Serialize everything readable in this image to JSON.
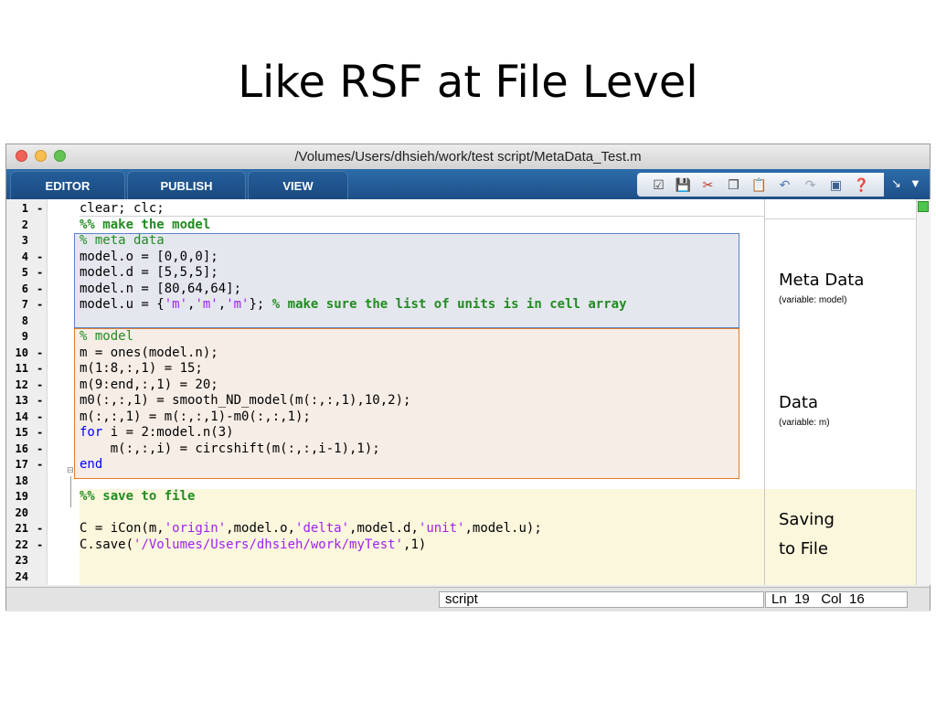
{
  "slide": {
    "title": "Like RSF at File Level"
  },
  "window": {
    "title": "/Volumes/Users/dhsieh/work/test script/MetaData_Test.m"
  },
  "ribbon": {
    "tabs": [
      "EDITOR",
      "PUBLISH",
      "VIEW"
    ],
    "tools": [
      "find-files-icon",
      "save-icon",
      "cut-icon",
      "copy-icon",
      "paste-icon",
      "undo-icon",
      "redo-icon",
      "switch-windows-icon",
      "help-icon"
    ]
  },
  "editor": {
    "line_numbers": [
      "1",
      "2",
      "3",
      "4",
      "5",
      "6",
      "7",
      "8",
      "9",
      "10",
      "11",
      "12",
      "13",
      "14",
      "15",
      "16",
      "17",
      "18",
      "19",
      "20",
      "21",
      "22",
      "23",
      "24"
    ],
    "executable_lines": [
      "1",
      "4",
      "5",
      "6",
      "7",
      "10",
      "11",
      "12",
      "13",
      "14",
      "15",
      "16",
      "17",
      "21",
      "22"
    ],
    "code": {
      "l1": "clear; clc;",
      "l2": "%% make the model",
      "l3": "% meta data",
      "l4": "model.o = [0,0,0];",
      "l5": "model.d = [5,5,5];",
      "l6": "model.n = [80,64,64];",
      "l7a": "model.u = {",
      "l7s1": "'m'",
      "l7c1": ",",
      "l7s2": "'m'",
      "l7c2": ",",
      "l7s3": "'m'",
      "l7b": "}; ",
      "l7cm": "% make sure the list of units is in cell array",
      "l9": "% model",
      "l10": "m = ones(model.n);",
      "l11": "m(1:8,:,1) = 15;",
      "l12": "m(9:end,:,1) = 20;",
      "l13": "m0(:,:,1) = smooth_ND_model(m(:,:,1),10,2);",
      "l14": "m(:,:,1) = m(:,:,1)-m0(:,:,1);",
      "l15kw": "for",
      "l15": " i = 2:model.n(3)",
      "l16": "    m(:,:,i) = circshift(m(:,:,i-1),1);",
      "l17kw": "end",
      "l19": "%% save to file",
      "l21a": "C = iCon(m,",
      "l21s1": "'origin'",
      "l21b": ",model.o,",
      "l21s2": "'delta'",
      "l21c": ",model.d,",
      "l21s3": "'unit'",
      "l21d": ",model.u);",
      "l22a": "C.save(",
      "l22s": "'/Volumes/Users/dhsieh/work/myTest'",
      "l22b": ",1)"
    }
  },
  "annotations": {
    "meta_title": "Meta Data",
    "meta_sub": "(variable: model)",
    "data_title": "Data",
    "data_sub": "(variable: m)",
    "save_line1": "Saving",
    "save_line2": "to File"
  },
  "status": {
    "file_type": "script",
    "position": "Ln  19   Col  16"
  }
}
